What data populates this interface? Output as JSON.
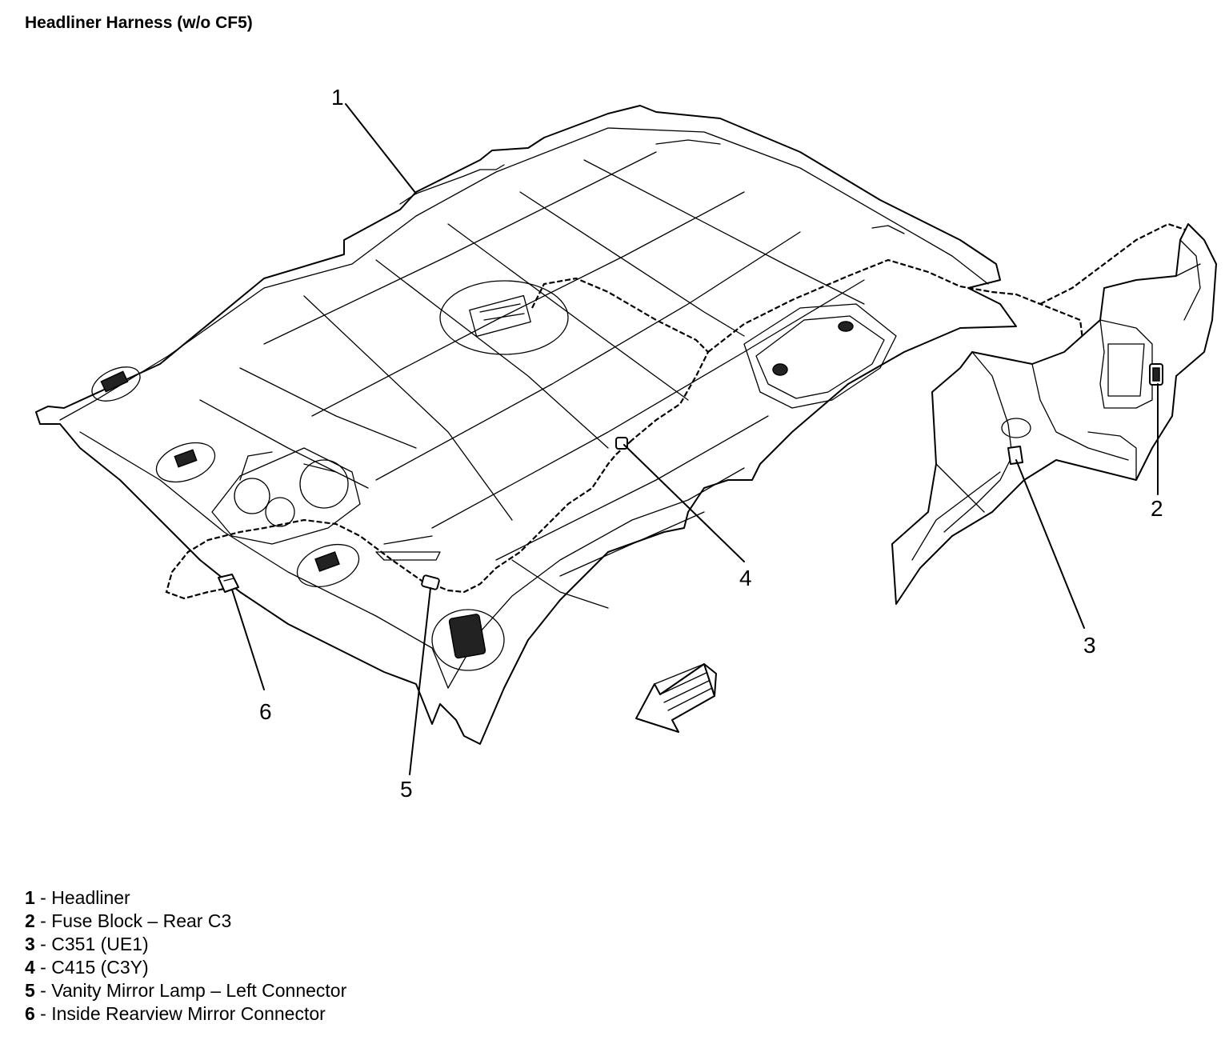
{
  "title": "Headliner Harness (w/o CF5)",
  "callouts": [
    "1",
    "2",
    "3",
    "4",
    "5",
    "6"
  ],
  "legend": [
    {
      "num": "1",
      "sep": " - ",
      "text": "Headliner"
    },
    {
      "num": "2",
      "sep": " - ",
      "text": "Fuse Block – Rear C3"
    },
    {
      "num": "3",
      "sep": " - ",
      "text": "C351 (UE1)"
    },
    {
      "num": "4",
      "sep": " - ",
      "text": "C415 (C3Y)"
    },
    {
      "num": "5",
      "sep": " - ",
      "text": "Vanity Mirror Lamp – Left Connector"
    },
    {
      "num": "6",
      "sep": " - ",
      "text": "Inside Rearview Mirror Connector"
    }
  ],
  "icons": {
    "direction_arrow": "forward-arrow-icon"
  }
}
